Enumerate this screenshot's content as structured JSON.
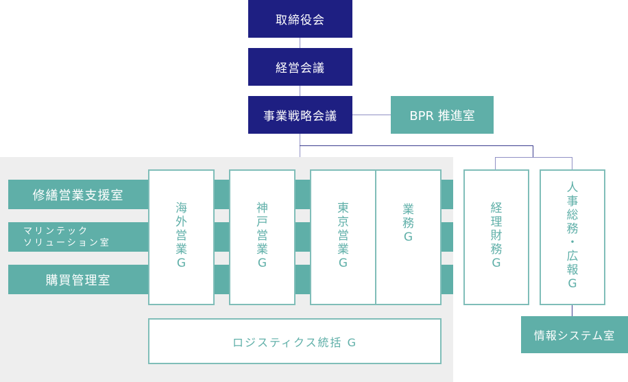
{
  "colors": {
    "navy": "#1e1f82",
    "teal": "#5fafa8",
    "teal_border": "#7fbdb8",
    "gray_region": "#eeeeee",
    "line": "#3a3b8e"
  },
  "top": {
    "board": "取締役会",
    "management_meeting": "経営会議",
    "strategy_meeting": "事業戦略会議",
    "bpr": "BPR 推進室"
  },
  "support_bars": {
    "bar1": "修繕営業支援室",
    "bar2_line1": "マリンテック",
    "bar2_line2": "ソリューション室",
    "bar3": "購買管理室"
  },
  "columns": {
    "overseas": [
      "海",
      "外",
      "営",
      "業",
      "G"
    ],
    "kobe": [
      "神",
      "戸",
      "営",
      "業",
      "G"
    ],
    "tokyo": [
      "東",
      "京",
      "営",
      "業",
      "G"
    ],
    "operations": [
      "業",
      "務",
      "G"
    ],
    "accounting": [
      "経",
      "理",
      "財",
      "務",
      "G"
    ],
    "hr": [
      "人",
      "事",
      "総",
      "務",
      "・",
      "広",
      "報",
      "G"
    ]
  },
  "logistics": "ロジスティクス統括 G",
  "info_systems": "情報システム室"
}
